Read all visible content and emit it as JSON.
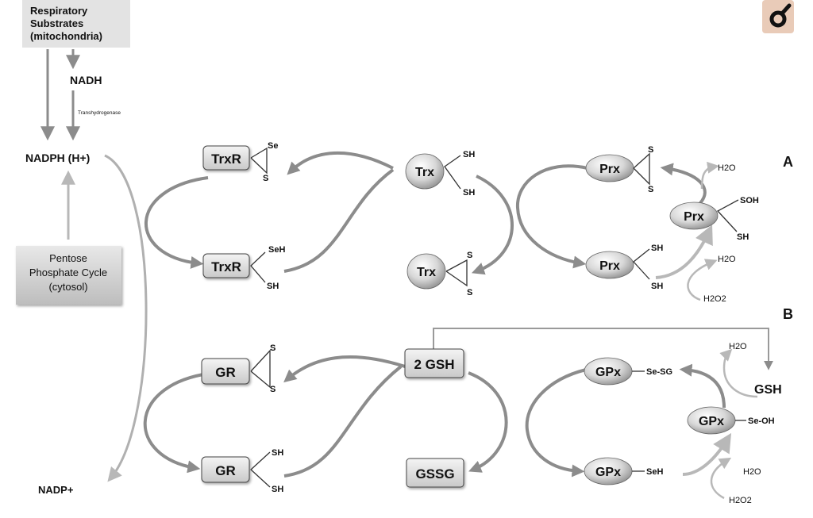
{
  "sources": {
    "respiratory_line1": "Respiratory",
    "respiratory_line2": "Substrates",
    "respiratory_line3": "(mitochondria)",
    "nadh": "NADH",
    "transhydrogenase": "Transhydrogenase",
    "nadph": "NADPH (H+)",
    "pentose_line1": "Pentose",
    "pentose_line2": "Phosphate Cycle",
    "pentose_line3": "(cytosol)",
    "nadp": "NADP+"
  },
  "section_labels": {
    "a": "A",
    "b": "B"
  },
  "pathway_a": {
    "trxr_top": "TrxR",
    "trxr_top_se": "Se",
    "trxr_top_s": "S",
    "trxr_bottom": "TrxR",
    "trxr_bottom_seh": "SeH",
    "trxr_bottom_sh": "SH",
    "trx_top": "Trx",
    "trx_top_sh1": "SH",
    "trx_top_sh2": "SH",
    "trx_bottom": "Trx",
    "trx_bottom_s1": "S",
    "trx_bottom_s2": "S",
    "prx_top": "Prx",
    "prx_top_s1": "S",
    "prx_top_s2": "S",
    "prx_bottom": "Prx",
    "prx_bottom_sh1": "SH",
    "prx_bottom_sh2": "SH",
    "prx_right": "Prx",
    "prx_right_soh": "SOH",
    "prx_right_sh": "SH",
    "h2o_top": "H2O",
    "h2o_mid": "H2O",
    "h2o2": "H2O2"
  },
  "pathway_b": {
    "gr_top": "GR",
    "gr_top_s1": "S",
    "gr_top_s2": "S",
    "gr_bottom": "GR",
    "gr_bottom_sh1": "SH",
    "gr_bottom_sh2": "SH",
    "gsh2": "2 GSH",
    "gssg": "GSSG",
    "gpx_top": "GPx",
    "gpx_top_sesg": "Se-SG",
    "gpx_bottom": "GPx",
    "gpx_bottom_seh": "SeH",
    "gpx_right": "GPx",
    "gpx_right_seoh": "Se-OH",
    "gsh": "GSH",
    "h2o_top": "H2O",
    "h2o_bottom": "H2O",
    "h2o2": "H2O2"
  },
  "colors": {
    "arrow": "#8c8c8c",
    "arrow_light": "#b5b5b5",
    "box_fill": "#e6e6e6",
    "box_stroke": "#555555"
  },
  "icons": {
    "corner": "magnifier-icon"
  }
}
